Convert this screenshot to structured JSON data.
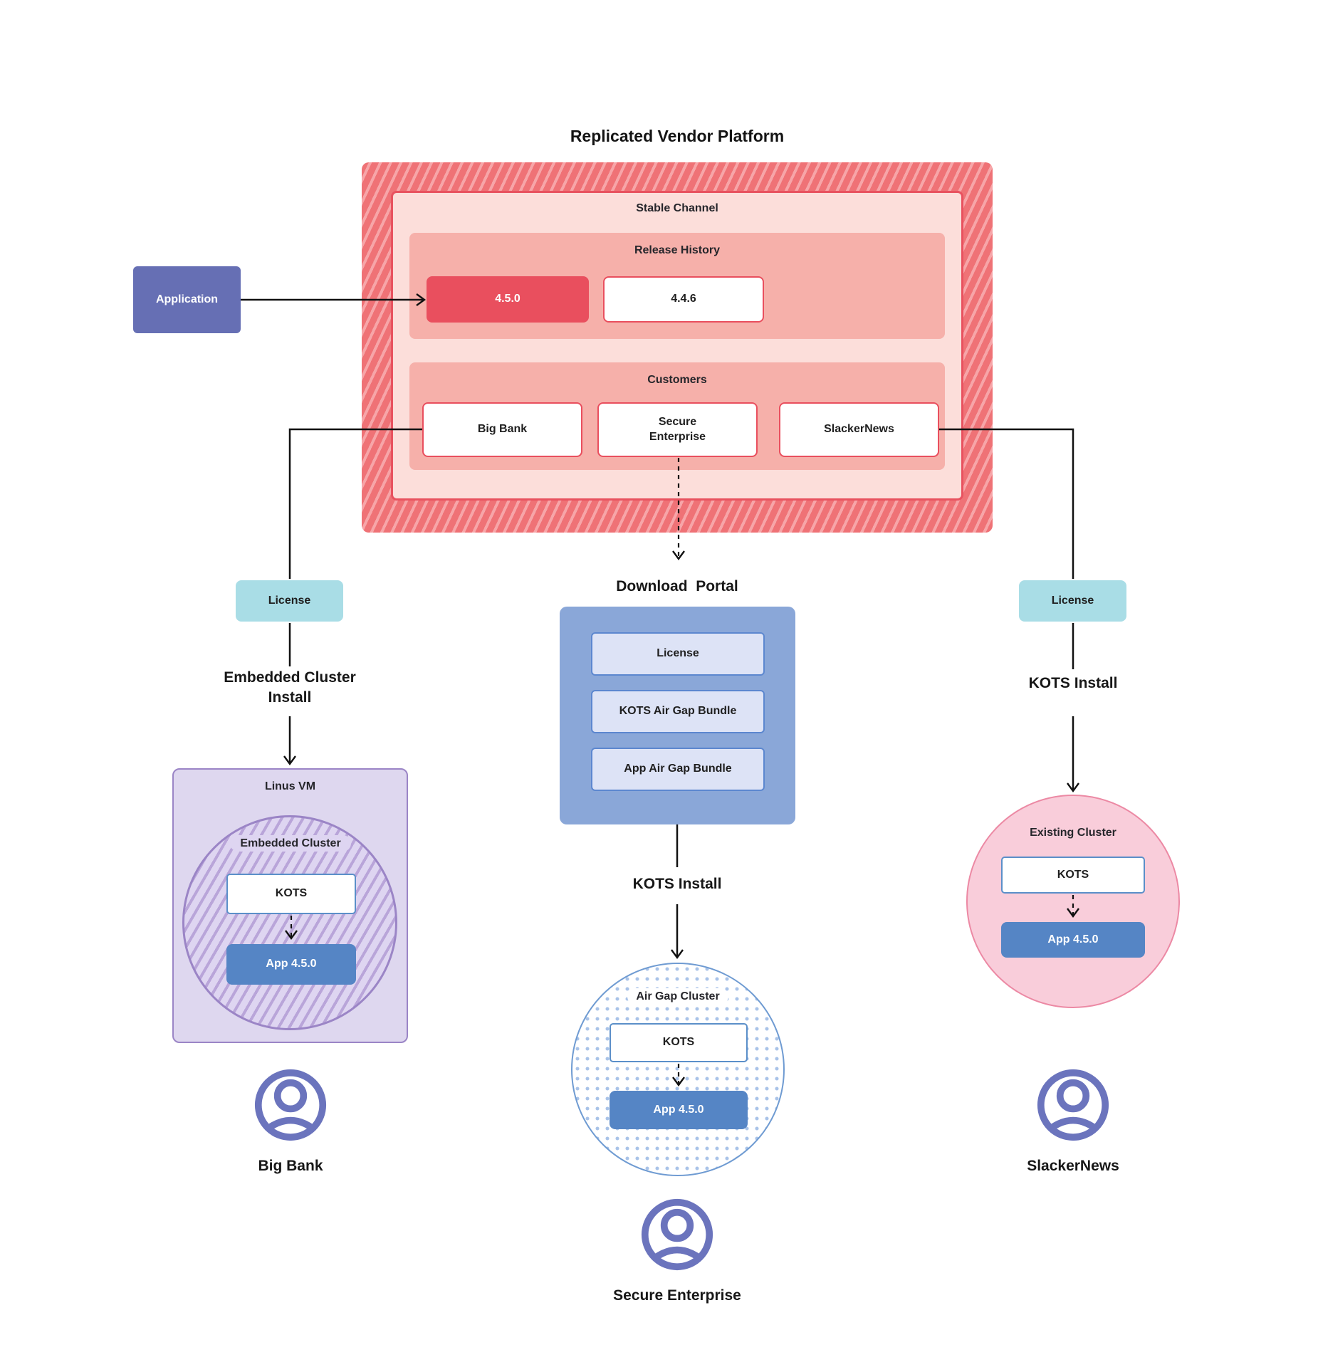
{
  "title": "Replicated Vendor Platform",
  "platform": {
    "stable_channel_label": "Stable Channel",
    "release_history_label": "Release History",
    "releases": [
      "4.5.0",
      "4.4.6"
    ],
    "customers_label": "Customers",
    "customers": [
      "Big Bank",
      "Secure Enterprise",
      "SlackerNews"
    ]
  },
  "application_label": "Application",
  "left_flow": {
    "license_label": "License",
    "install_label": "Embedded Cluster Install",
    "vm_label": "Linus VM",
    "cluster_label": "Embedded Cluster",
    "kots_label": "KOTS",
    "app_label": "App 4.5.0",
    "customer_label": "Big Bank"
  },
  "middle_flow": {
    "portal_label": "Download  Portal",
    "portal_items": [
      "License",
      "KOTS Air Gap Bundle",
      "App Air Gap Bundle"
    ],
    "install_label": "KOTS Install",
    "cluster_label": "Air Gap Cluster",
    "kots_label": "KOTS",
    "app_label": "App 4.5.0",
    "customer_label": "Secure Enterprise"
  },
  "right_flow": {
    "license_label": "License",
    "install_label": "KOTS Install",
    "cluster_label": "Existing Cluster",
    "kots_label": "KOTS",
    "app_label": "App 4.5.0",
    "customer_label": "SlackerNews"
  },
  "colors": {
    "hatch_dark": "#ef7276",
    "hatch_light": "#f7a5a8",
    "stable_fill": "#fcdeda",
    "stable_border": "#e8525f",
    "section_fill": "#f6b0aa",
    "release_red": "#e94f5e",
    "app_purple": "#666fb4",
    "teal": "#a9dde6",
    "portal_blue": "#8aa7d8",
    "portal_item_fill": "#dde3f6",
    "portal_item_border": "#5c87cf",
    "vm_fill": "#ded7ef",
    "vm_border": "#9b85c6",
    "vm_hatch": "#b9a5d9",
    "kots_border": "#5b8fc9",
    "app_blue": "#5585c5",
    "pink_fill": "#f9cdda",
    "pink_border": "#ec89a4",
    "dot_blue": "#a9c3e8",
    "person": "#6b74bd",
    "ink": "#1f1f1f"
  }
}
